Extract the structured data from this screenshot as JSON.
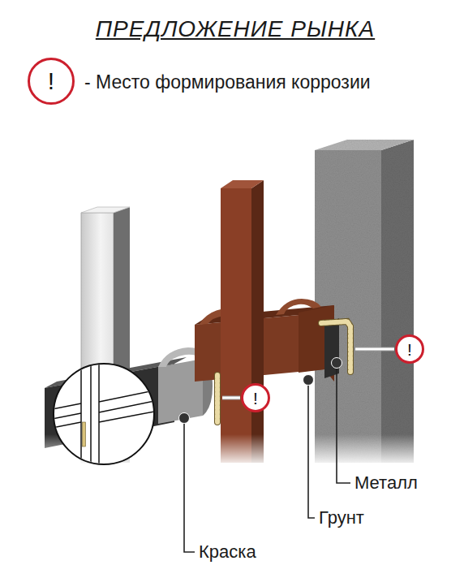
{
  "diagram": {
    "title": "ПРЕДЛОЖЕНИЕ РЫНКА",
    "nodes": [
      {
        "text": [
          "!"
        ]
      },
      {
        "text": [
          "!"
        ]
      },
      {
        "text": [
          "!"
        ]
      }
    ],
    "labels": [
      "Металл",
      "Грунт",
      "Краска"
    ],
    "legend": [
      {
        "text": "- Место формирования коррозии"
      }
    ]
  }
}
